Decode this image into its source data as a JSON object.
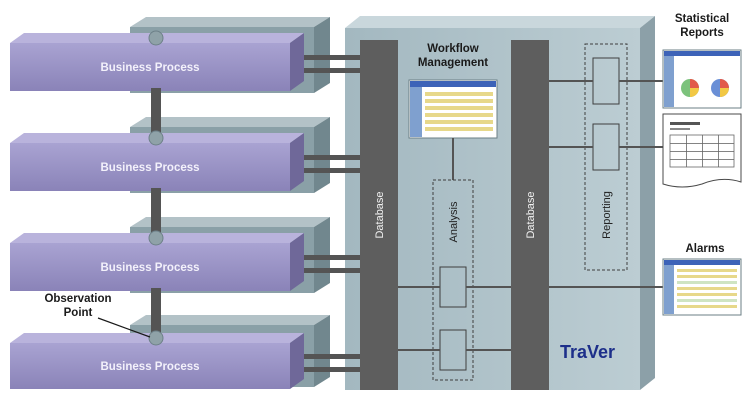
{
  "diagram": {
    "business_process_label": "Business Process",
    "business_process_count": 4,
    "workflow_title_line1": "Workflow",
    "workflow_title_line2": "Management",
    "database_left": "Database",
    "database_right": "Database",
    "analysis": "Analysis",
    "reporting": "Reporting",
    "brand": "TraVer",
    "observation_line1": "Observation",
    "observation_line2": "Point",
    "statistical_line1": "Statistical",
    "statistical_line2": "Reports",
    "alarms": "Alarms"
  },
  "colors": {
    "process_face": "#9b94c4",
    "process_top": "#b9b3dc",
    "process_side": "#6f6899",
    "backplate": "#8aa0a7",
    "backplate_top": "#b3c2c7",
    "panel": "#a8bdc5",
    "panel_top": "#c9d7dc",
    "panel_side": "#8ca0a8",
    "database": "#5e5e5e",
    "connector": "#545454",
    "brand": "#1d2f8a"
  }
}
